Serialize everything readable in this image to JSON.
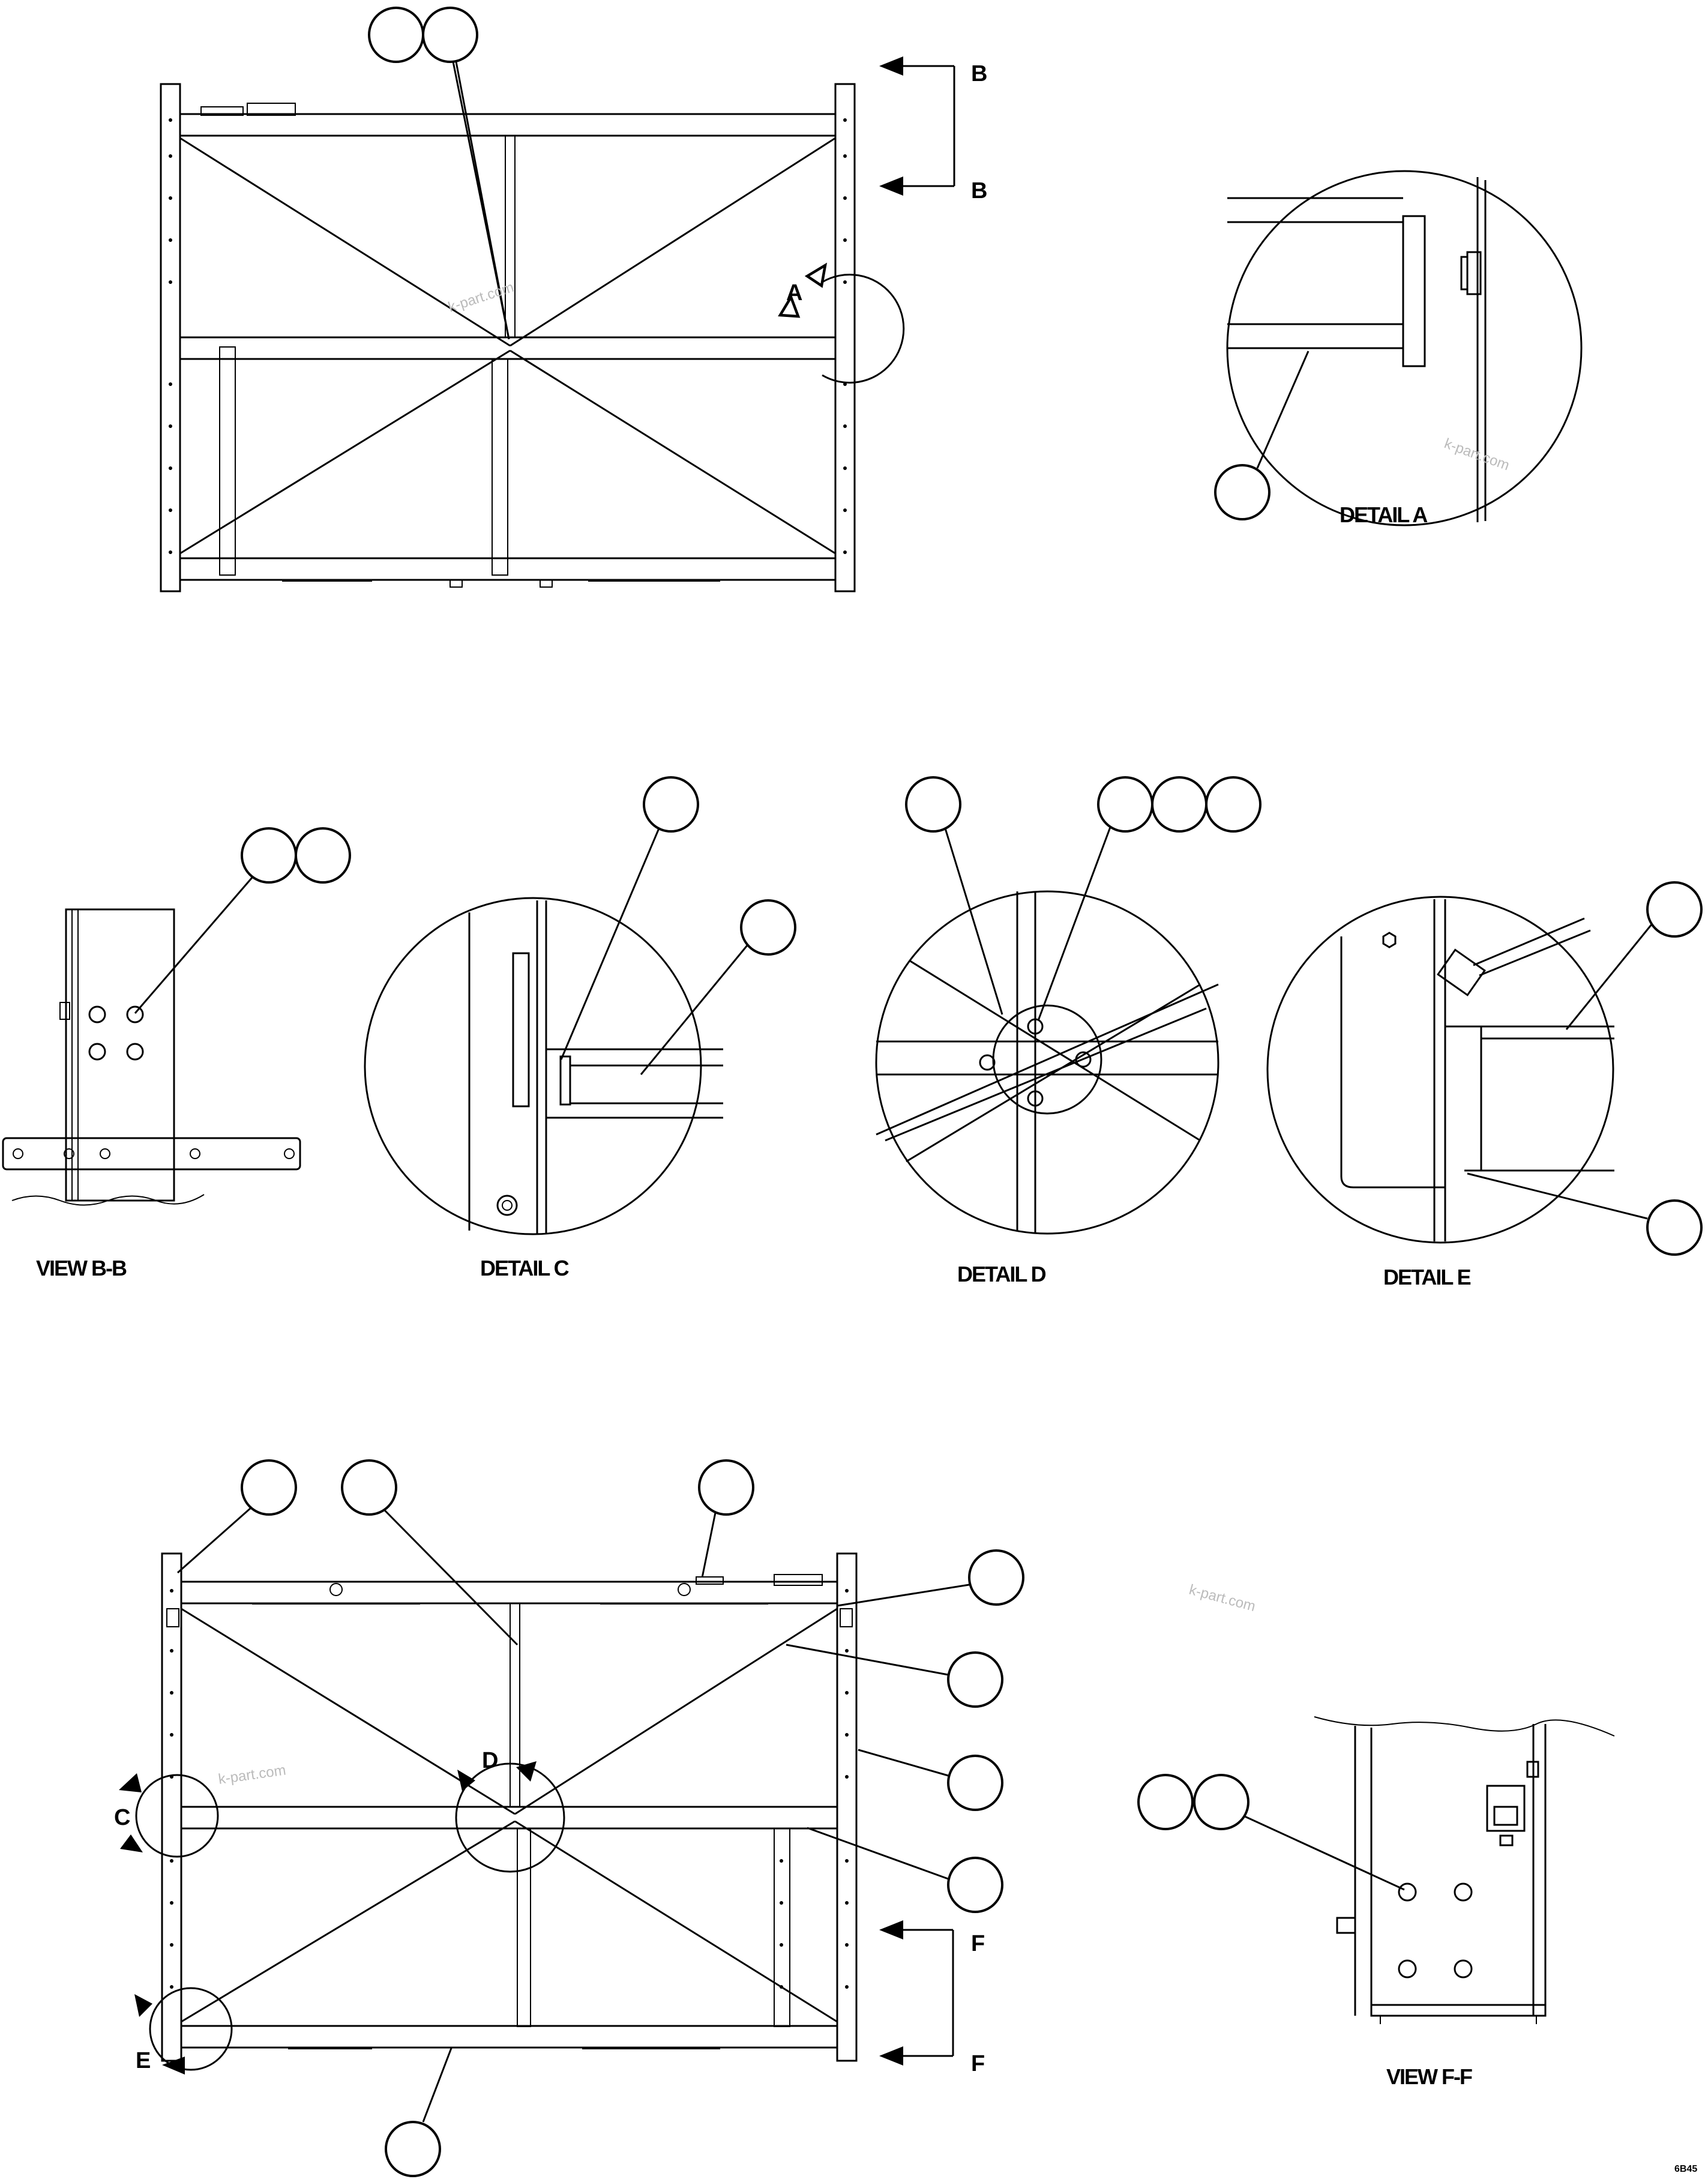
{
  "markers": {
    "b": "B",
    "a": "A",
    "c": "C",
    "d": "D",
    "e": "E",
    "f": "F"
  },
  "captions": {
    "detail_a": "DETAIL A",
    "view_bb": "VIEW B-B",
    "detail_c": "DETAIL C",
    "detail_d": "DETAIL D",
    "detail_e": "DETAIL E",
    "view_ff": "VIEW F-F"
  },
  "watermark": "k-part.com",
  "drawing_code": "6B45"
}
